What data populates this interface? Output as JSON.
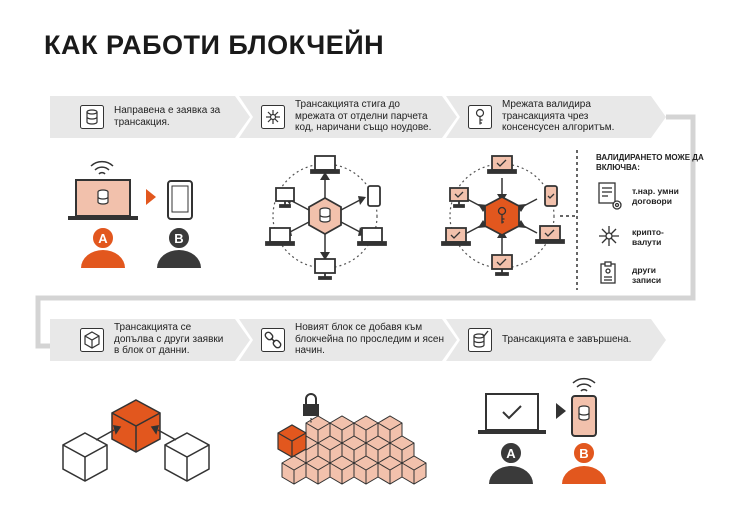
{
  "title": "КАК РАБОТИ БЛОКЧЕЙН",
  "steps": [
    {
      "text": "Направена е заявка за трансакция.",
      "icon": "database-icon"
    },
    {
      "text": "Трансакцията стига до мрежата от отделни парчета код, наричани също ноудове.",
      "icon": "network-icon"
    },
    {
      "text": "Мрежата валидира трансакцията чрез консенсусен алгоритъм.",
      "icon": "key-icon"
    },
    {
      "text": "Трансакцията се допълва с други заявки в блок от данни.",
      "icon": "cube-icon"
    },
    {
      "text": "Новият блок се добавя към блокчейна по прослeдим и ясен начин.",
      "icon": "chain-link-icon"
    },
    {
      "text": "Трансакцията е завършена.",
      "icon": "database-check-icon"
    }
  ],
  "validation": {
    "heading": "ВАЛИДИРАНЕТО МОЖЕ ДА ВКЛЮЧВА:",
    "items": [
      {
        "label": "т.нар. умни договори",
        "icon": "smart-contract-icon"
      },
      {
        "label": "крипто-валути",
        "icon": "crypto-network-icon"
      },
      {
        "label": "други записи",
        "icon": "clipboard-icon"
      }
    ]
  },
  "person_labels": {
    "a": "A",
    "b": "B"
  },
  "colors": {
    "accent": "#e2571e",
    "light_accent": "#f2c1ac",
    "dark": "#3a3a3a",
    "banner": "#e8e8e8",
    "connector": "#d4d4d4"
  }
}
